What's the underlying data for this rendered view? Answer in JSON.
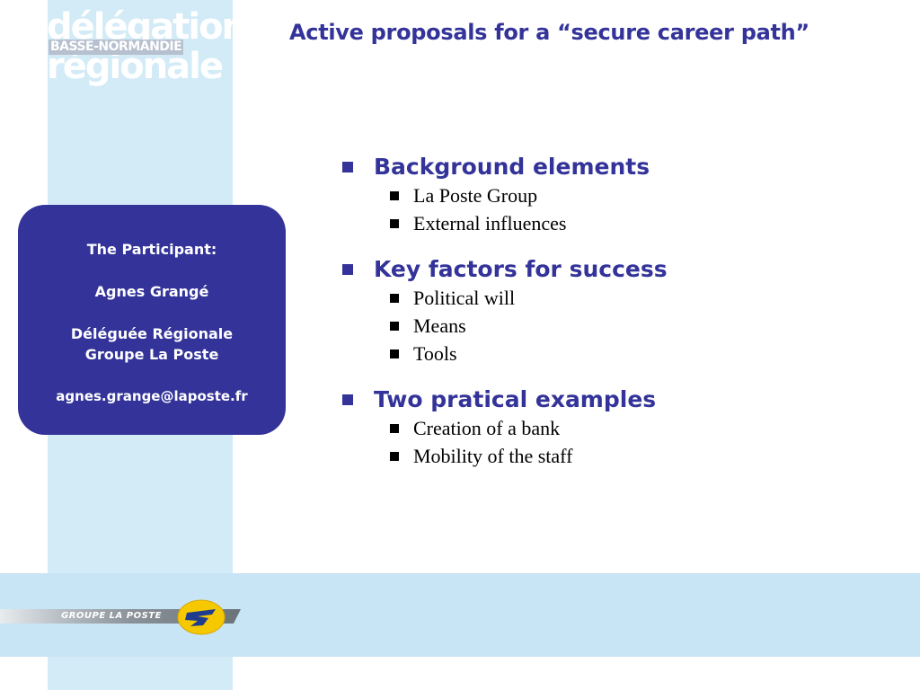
{
  "logo": {
    "line1": "délégation",
    "line2": "BASSE-NORMANDIE",
    "line3": "régionale"
  },
  "title": "Active proposals for a “secure career path”",
  "participant": {
    "heading": "The Participant:",
    "name": "Agnes Grangé",
    "role": "Déléguée Régionale",
    "org": "Groupe La Poste",
    "email": "agnes.grange@laposte.fr"
  },
  "sections": [
    {
      "heading": "Background elements",
      "items": [
        "La Poste Group",
        "External influences"
      ]
    },
    {
      "heading": "Key factors for success",
      "items": [
        "Political will",
        "Means",
        "Tools"
      ]
    },
    {
      "heading": "Two pratical examples",
      "items": [
        "Creation of a bank",
        "Mobility of the staff"
      ]
    }
  ],
  "footer": {
    "brand": "GROUPE LA POSTE"
  },
  "colors": {
    "primary": "#333399",
    "stripe": "#d3ebf7",
    "band": "#c8e5f5",
    "emblem": "#f6c800"
  }
}
